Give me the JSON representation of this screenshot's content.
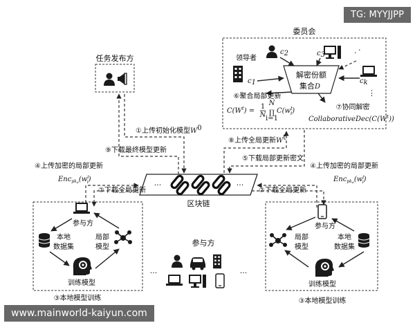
{
  "watermarks": {
    "top": "TG: MYYJJPP",
    "bottom": "www.mainworld-kaiyun.com"
  },
  "task_publisher": {
    "label": "任务发布方"
  },
  "committee": {
    "label": "委员会",
    "leader": "领导者",
    "c1": "c",
    "c2": "c",
    "c3": "c",
    "ck": "c",
    "sub1": "1",
    "sub2": "2",
    "sub3": "3",
    "subk": "k",
    "center_line1": "解密份额",
    "center_line2": "集合",
    "center_var": "D",
    "step6": "⑥聚合局部更新",
    "step7": "⑦协同解密",
    "formula_lhs": "C(W",
    "formula_eq": ") =",
    "formula_frac_num": "1",
    "formula_frac_den": "N",
    "formula_prod_top": "N",
    "formula_prod_bot": "i=1",
    "formula_term": "C(w",
    "collab": "CollaborativeDec(C(W",
    "collab_end": "))",
    "sup_t": "t",
    "sub_i": "i"
  },
  "blockchain": {
    "label": "区块链",
    "ellipsis": "···"
  },
  "arrows": {
    "step1": "①上传初始化模型",
    "step1_var": "W",
    "step1_sup": "0",
    "step9": "⑨下载最终模型更新",
    "step8": "⑧上传全局更新",
    "step8_var": "W",
    "step8_sup": "t",
    "step5": "⑤下载局部更新密文",
    "step4_left": "④上传加密的局部更新",
    "step4_right": "④上传加密的局部更新",
    "enc": "Enc",
    "enc_sub": "pk",
    "enc_subsub": "a",
    "enc_arg": "(w",
    "enc_arg_sup": "t",
    "enc_arg_sub": "i",
    "enc_close": ")",
    "step2_left": "②下载全局更新",
    "step2_right": "②下载全局更新"
  },
  "left_participant": {
    "role": "参与方",
    "data_line1": "本地",
    "data_line2": "数据集",
    "model_line1": "局部",
    "model_line2": "模型",
    "train": "训练模型",
    "caption": "③本地模型训练"
  },
  "right_participant": {
    "role": "参与方",
    "data_line1": "本地",
    "data_line2": "数据集",
    "model_line1": "局部",
    "model_line2": "模型",
    "train": "训练模型",
    "caption": "③本地模型训练"
  },
  "center_participants": {
    "label": "参与方",
    "ellipsis": "···"
  }
}
